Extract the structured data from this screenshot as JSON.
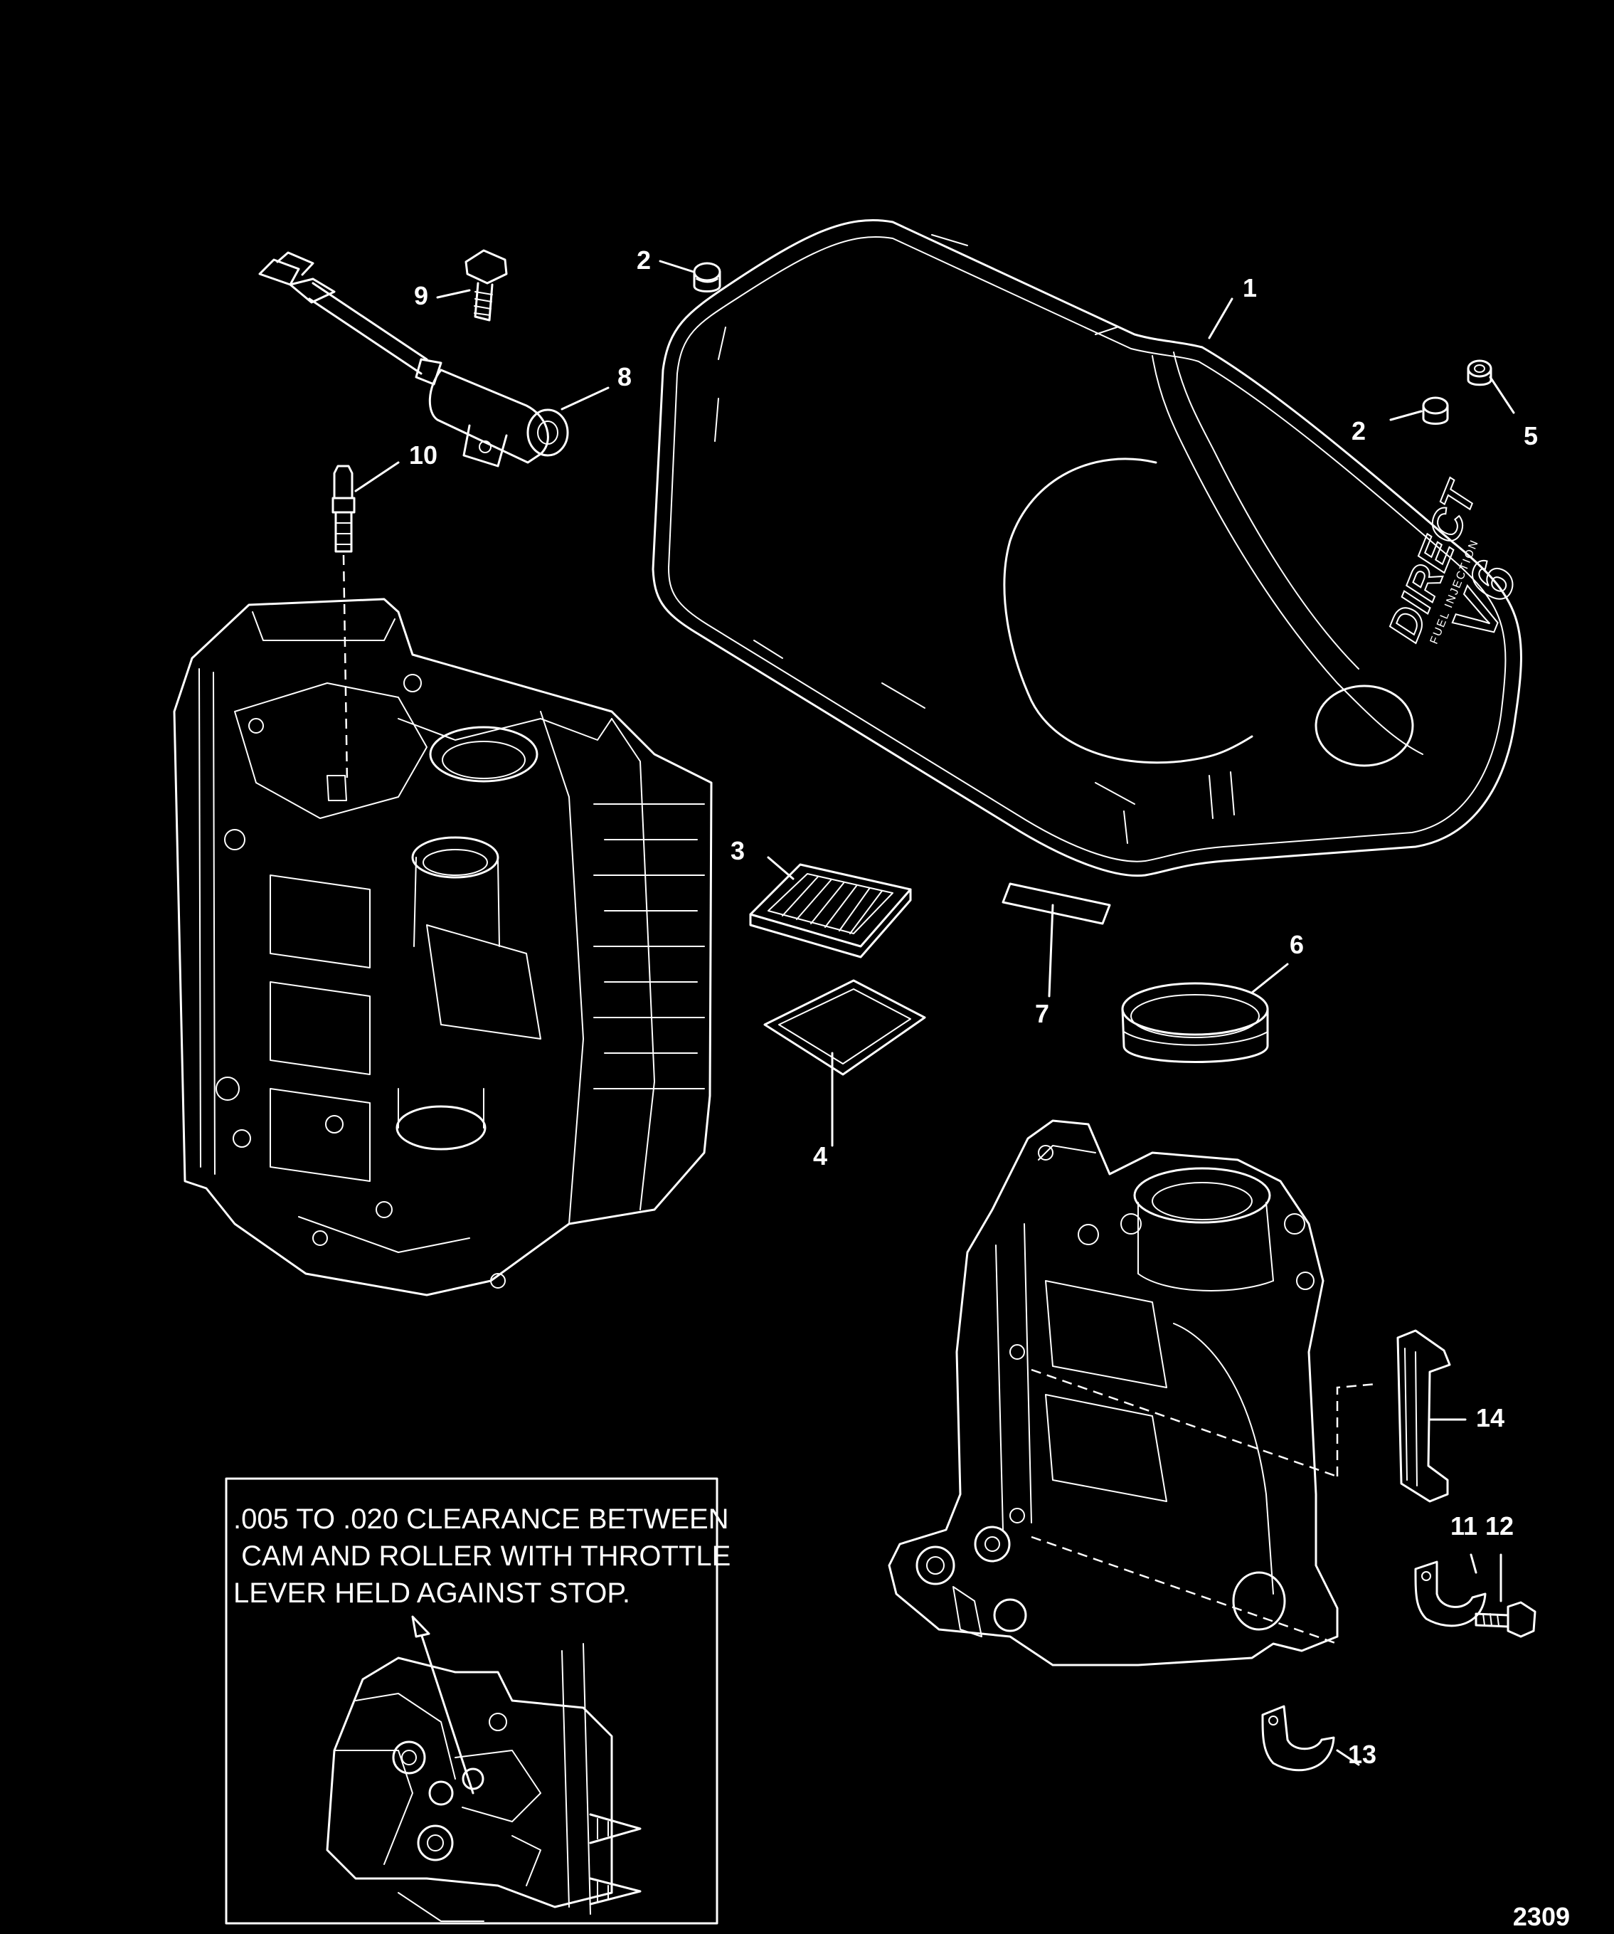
{
  "callouts": [
    "1",
    "2",
    "2",
    "3",
    "4",
    "5",
    "6",
    "7",
    "8",
    "9",
    "10",
    "11",
    "12",
    "13",
    "14"
  ],
  "cover_branding": {
    "line1": "DIRECT",
    "line2": "FUEL INJECTION",
    "line3": "V6"
  },
  "note": {
    "line1": ".005 TO .020 CLEARANCE BETWEEN",
    "line2": " CAM AND ROLLER WITH THROTTLE",
    "line3": "LEVER HELD AGAINST STOP."
  },
  "figure_number": "2309"
}
